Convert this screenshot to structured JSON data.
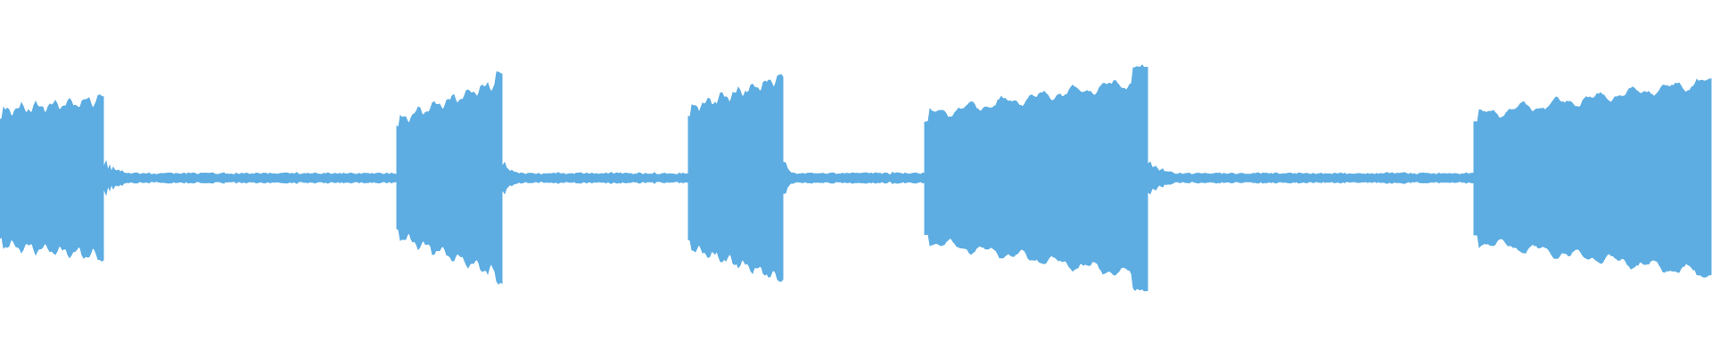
{
  "waveform": {
    "color": "#5dade2",
    "background": "#ffffff",
    "segments": [
      {
        "kind": "tone",
        "start": 0.0,
        "end": 0.061,
        "amp_start": 0.58,
        "amp_end": 0.68,
        "peak": 0.72
      },
      {
        "kind": "noise",
        "start": 0.061,
        "end": 0.232,
        "amp_start": 0.03,
        "amp_end": 0.03,
        "peak": 0.05
      },
      {
        "kind": "tone",
        "start": 0.232,
        "end": 0.294,
        "amp_start": 0.5,
        "amp_end": 0.85,
        "peak": 0.92
      },
      {
        "kind": "noise",
        "start": 0.294,
        "end": 0.402,
        "amp_start": 0.03,
        "amp_end": 0.03,
        "peak": 0.05
      },
      {
        "kind": "tone",
        "start": 0.402,
        "end": 0.458,
        "amp_start": 0.6,
        "amp_end": 0.88,
        "peak": 0.9
      },
      {
        "kind": "noise",
        "start": 0.458,
        "end": 0.54,
        "amp_start": 0.03,
        "amp_end": 0.03,
        "peak": 0.05
      },
      {
        "kind": "tone",
        "start": 0.54,
        "end": 0.671,
        "amp_start": 0.55,
        "amp_end": 0.86,
        "peak": 0.98
      },
      {
        "kind": "noise",
        "start": 0.671,
        "end": 0.861,
        "amp_start": 0.03,
        "amp_end": 0.03,
        "peak": 0.05
      },
      {
        "kind": "tone",
        "start": 0.861,
        "end": 1.0,
        "amp_start": 0.55,
        "amp_end": 0.84,
        "peak": 0.86
      }
    ]
  }
}
